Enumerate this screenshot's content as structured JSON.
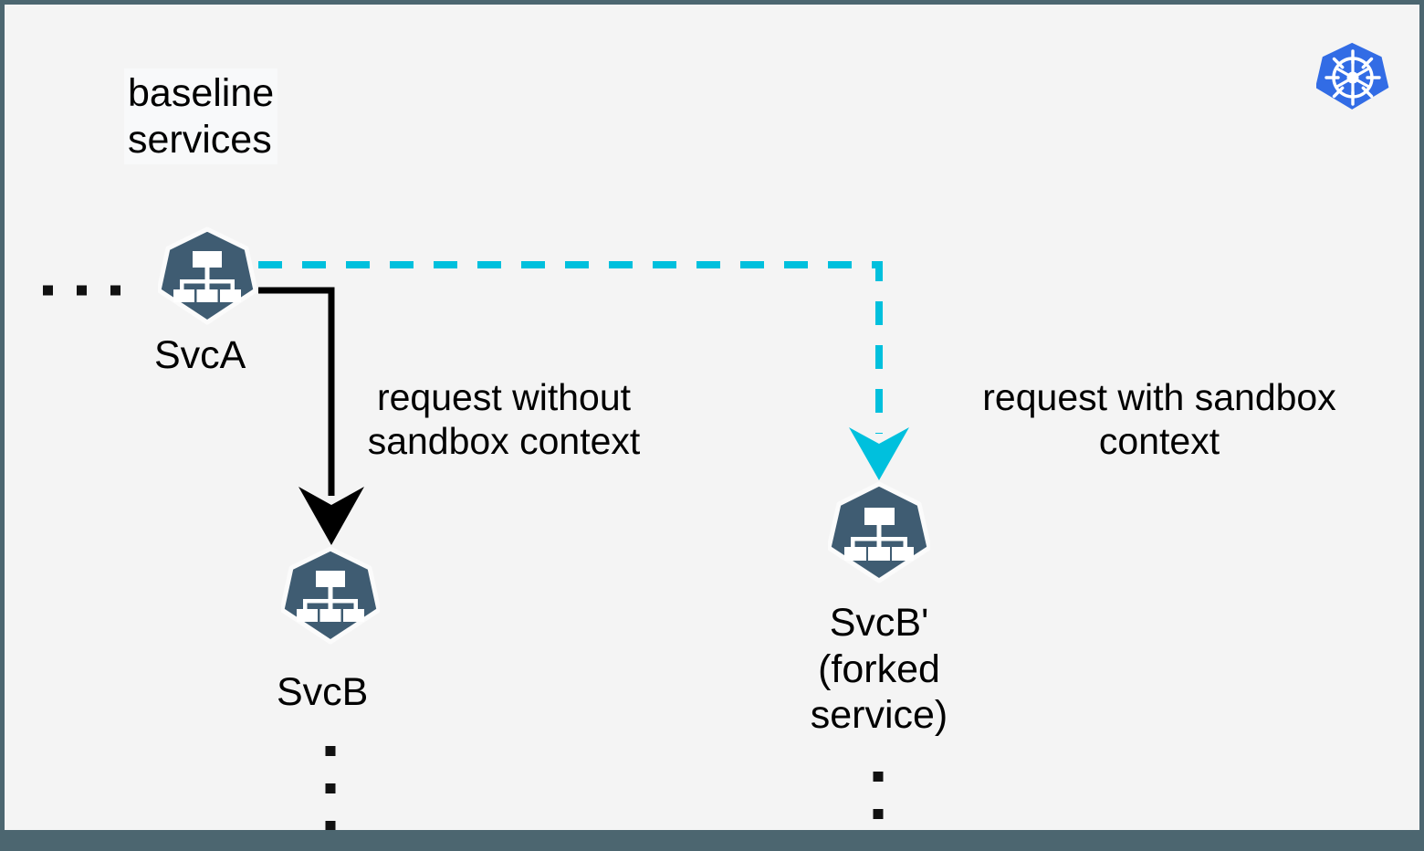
{
  "diagram": {
    "title_note": "baseline services",
    "background_color": "#f4f4f4",
    "border_color": "#4c6670",
    "node_color": "#3f5c72",
    "accent_cyan": "#00c0dd",
    "kubernetes_blue": "#326ce5"
  },
  "labels": {
    "baseline_services_line1": "baseline",
    "baseline_services_line2": "services",
    "svca": "SvcA",
    "svcb": "SvcB",
    "svcb_prime_line1": "SvcB'",
    "svcb_prime_line2": "(forked",
    "svcb_prime_line3": "service)",
    "request_without_line1": "request without",
    "request_without_line2": "sandbox context",
    "request_with_line1": "request with sandbox",
    "request_with_line2": "context"
  },
  "icons": {
    "kubernetes": "kubernetes-logo-icon",
    "service_node": "service-hierarchy-icon"
  },
  "edges": [
    {
      "name": "incoming-traffic",
      "style": "dotted",
      "color": "#111111",
      "from": "left-edge",
      "to": "SvcA"
    },
    {
      "name": "request-without-sandbox-context",
      "style": "solid",
      "color": "#000000",
      "from": "SvcA",
      "to": "SvcB",
      "label": "request without sandbox context"
    },
    {
      "name": "request-with-sandbox-context",
      "style": "dashed",
      "color": "#00c0dd",
      "from": "SvcA",
      "to": "SvcB'",
      "label": "request with sandbox context"
    },
    {
      "name": "svcb-downstream",
      "style": "dotted",
      "color": "#111111",
      "from": "SvcB",
      "to": "below"
    },
    {
      "name": "svcb-prime-downstream",
      "style": "dotted",
      "color": "#111111",
      "from": "SvcB'",
      "to": "below"
    }
  ]
}
